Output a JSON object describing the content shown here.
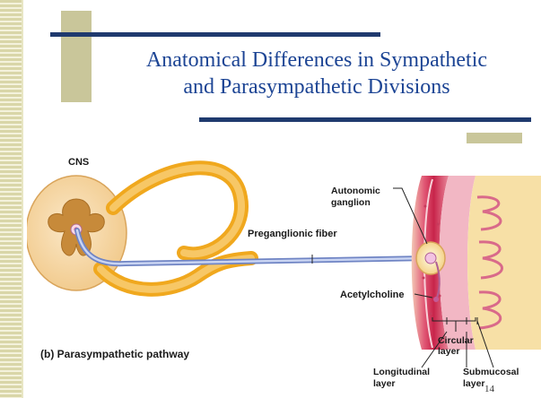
{
  "slide": {
    "title_line1": "Anatomical Differences in Sympathetic",
    "title_line2": "and Parasympathetic Divisions",
    "page_number": "14"
  },
  "diagram": {
    "cns_label": "CNS",
    "ganglion_label_1": "Autonomic",
    "ganglion_label_2": "ganglion",
    "fiber_label": "Preganglionic fiber",
    "ach_label": "Acetylcholine",
    "pathway_label": "(b) Parasympathetic pathway",
    "circular_1": "Circular",
    "circular_2": "layer",
    "longitudinal_1": "Longitudinal",
    "longitudinal_2": "layer",
    "submucosal_1": "Submucosal",
    "submucosal_2": "layer"
  },
  "colors": {
    "title": "#1c4494",
    "rule": "#1f3a6e",
    "accent": "#c9c69a",
    "nerve": "#f0a81e",
    "fiber": "#8fa3d6",
    "muscle": "#d8314f"
  }
}
